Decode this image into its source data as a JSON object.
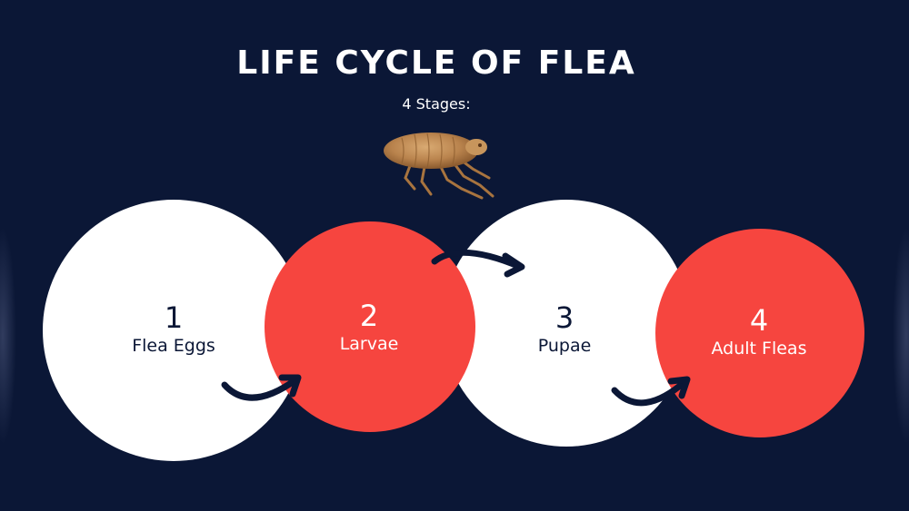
{
  "title": "LIFE CYCLE OF FLEA",
  "subtitle": "4 Stages:",
  "colors": {
    "background": "#0b1736",
    "white_circle": "#ffffff",
    "red_circle": "#f6453f",
    "arrow": "#0b1736"
  },
  "stages": [
    {
      "number": "1",
      "name": "Flea Eggs"
    },
    {
      "number": "2",
      "name": "Larvae"
    },
    {
      "number": "3",
      "name": "Pupae"
    },
    {
      "number": "4",
      "name": "Adult Fleas"
    }
  ]
}
